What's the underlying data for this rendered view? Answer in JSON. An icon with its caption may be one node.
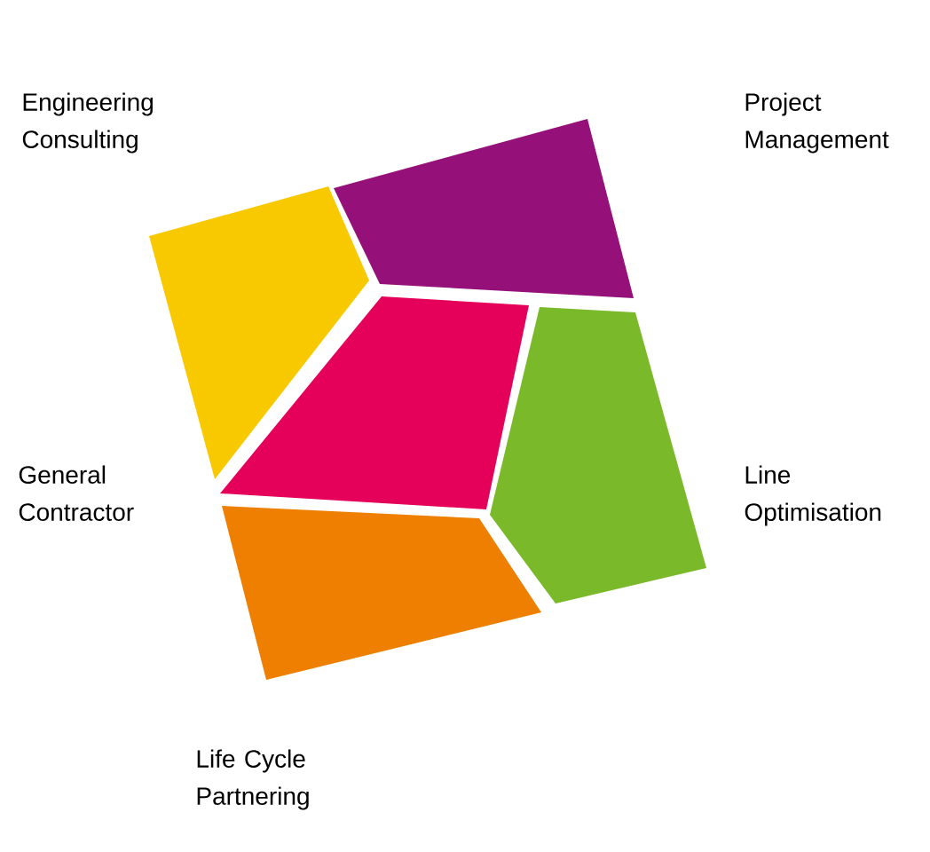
{
  "diagram": {
    "nodes": [
      {
        "text": [],
        "shape": "polygon"
      },
      {
        "text": [],
        "shape": "polygon"
      },
      {
        "text": [],
        "shape": "polygon"
      },
      {
        "text": [],
        "shape": "polygon"
      },
      {
        "text": [],
        "shape": "polygon"
      }
    ],
    "labels": [
      "Engineering Consulting",
      "Project Management",
      "General Contractor",
      "Line Optimisation",
      "Life Cycle Partnering"
    ]
  }
}
